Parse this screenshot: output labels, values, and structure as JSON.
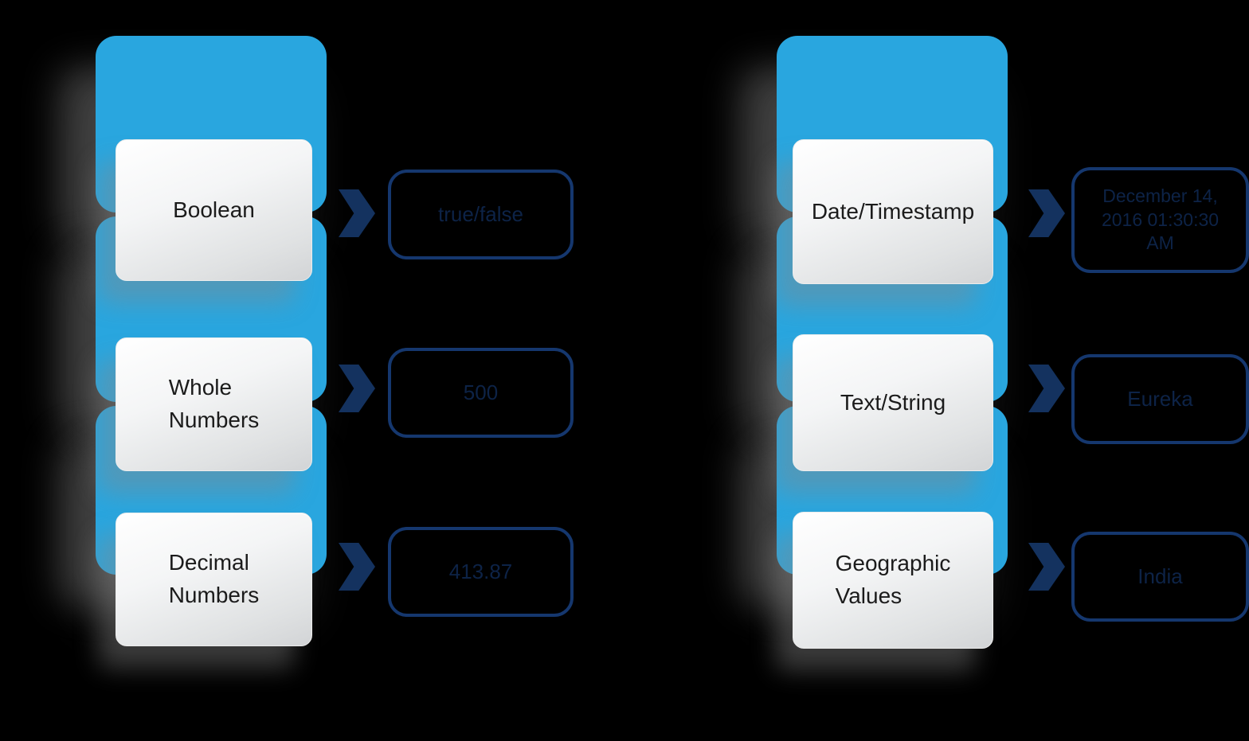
{
  "colors": {
    "background": "#000000",
    "tab_blue": "#29A6DF",
    "arrow_navy": "#14325F",
    "box_border_navy": "#15376E",
    "box_text_navy": "#0D2347",
    "card_gray_top": "#FFFFFF",
    "card_gray_bottom": "#D2D4D6"
  },
  "columns": [
    {
      "side": "left",
      "rows": [
        {
          "label": "Boolean",
          "example": "true/false"
        },
        {
          "label": "Whole Numbers",
          "example": "500"
        },
        {
          "label": "Decimal Numbers",
          "example": "413.87"
        }
      ]
    },
    {
      "side": "right",
      "rows": [
        {
          "label": "Date/Timestamp",
          "example": "December 14,\n2016 01:30:30\nAM"
        },
        {
          "label": "Text/String",
          "example": "Eureka"
        },
        {
          "label": "Geographic Values",
          "example": "India"
        }
      ]
    }
  ]
}
